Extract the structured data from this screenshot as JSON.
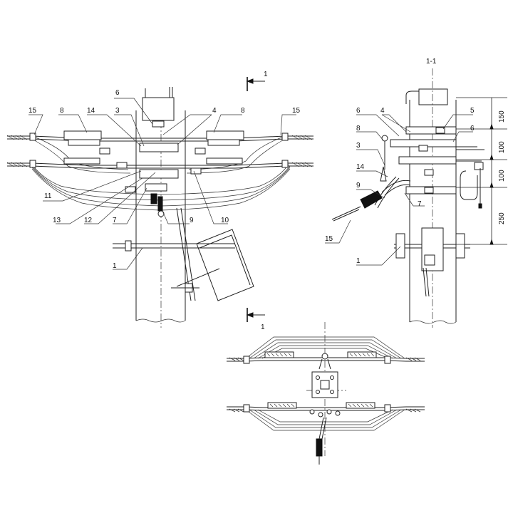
{
  "section_title": "1-1",
  "section_marks": [
    "1",
    "1"
  ],
  "dimensions": [
    "150",
    "100",
    "100",
    "250"
  ],
  "front_labels": [
    {
      "id": "f6",
      "text": "6"
    },
    {
      "id": "f8a",
      "text": "8"
    },
    {
      "id": "f14",
      "text": "14"
    },
    {
      "id": "f3",
      "text": "3"
    },
    {
      "id": "f4",
      "text": "4"
    },
    {
      "id": "f8b",
      "text": "8"
    },
    {
      "id": "f15a",
      "text": "15"
    },
    {
      "id": "f15b",
      "text": "15"
    },
    {
      "id": "f11",
      "text": "11"
    },
    {
      "id": "f13",
      "text": "13"
    },
    {
      "id": "f12",
      "text": "12"
    },
    {
      "id": "f7",
      "text": "7"
    },
    {
      "id": "f9",
      "text": "9"
    },
    {
      "id": "f10",
      "text": "10"
    },
    {
      "id": "f1",
      "text": "1"
    }
  ],
  "side_labels": [
    {
      "id": "s6a",
      "text": "6"
    },
    {
      "id": "s4",
      "text": "4"
    },
    {
      "id": "s5",
      "text": "5"
    },
    {
      "id": "s8",
      "text": "8"
    },
    {
      "id": "s6b",
      "text": "6"
    },
    {
      "id": "s3",
      "text": "3"
    },
    {
      "id": "s14",
      "text": "14"
    },
    {
      "id": "s9",
      "text": "9"
    },
    {
      "id": "s7",
      "text": "7"
    },
    {
      "id": "s15",
      "text": "15"
    },
    {
      "id": "s1",
      "text": "1"
    }
  ]
}
